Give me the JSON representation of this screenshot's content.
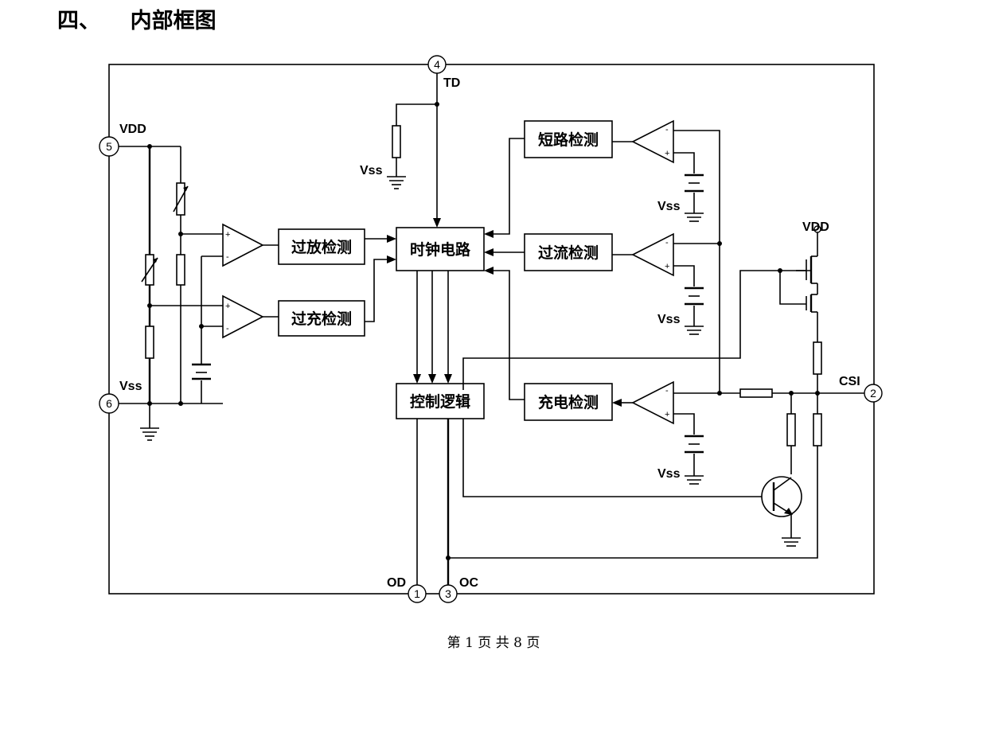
{
  "heading": "四、    内部框图",
  "footer": "第 1 页 共 8 页",
  "blocks": {
    "over_discharge": "过放检测",
    "over_charge": "过充检测",
    "clock": "时钟电路",
    "control_logic": "控制逻辑",
    "short_circuit": "短路检测",
    "over_current": "过流检测",
    "charge_detect": "充电检测"
  },
  "pins": {
    "p1": {
      "num": "1",
      "name": "OD"
    },
    "p2": {
      "num": "2",
      "name": "CSI"
    },
    "p3": {
      "num": "3",
      "name": "OC"
    },
    "p4": {
      "num": "4",
      "name": "TD"
    },
    "p5": {
      "num": "5",
      "name": "VDD"
    },
    "p6": {
      "num": "6",
      "name": "Vss"
    }
  },
  "net_labels": {
    "vss_td": "Vss",
    "vss_short": "Vss",
    "vss_current": "Vss",
    "vss_charge": "Vss",
    "vdd_mos": "VDD"
  },
  "signs": {
    "plus": "+",
    "minus": "-"
  }
}
